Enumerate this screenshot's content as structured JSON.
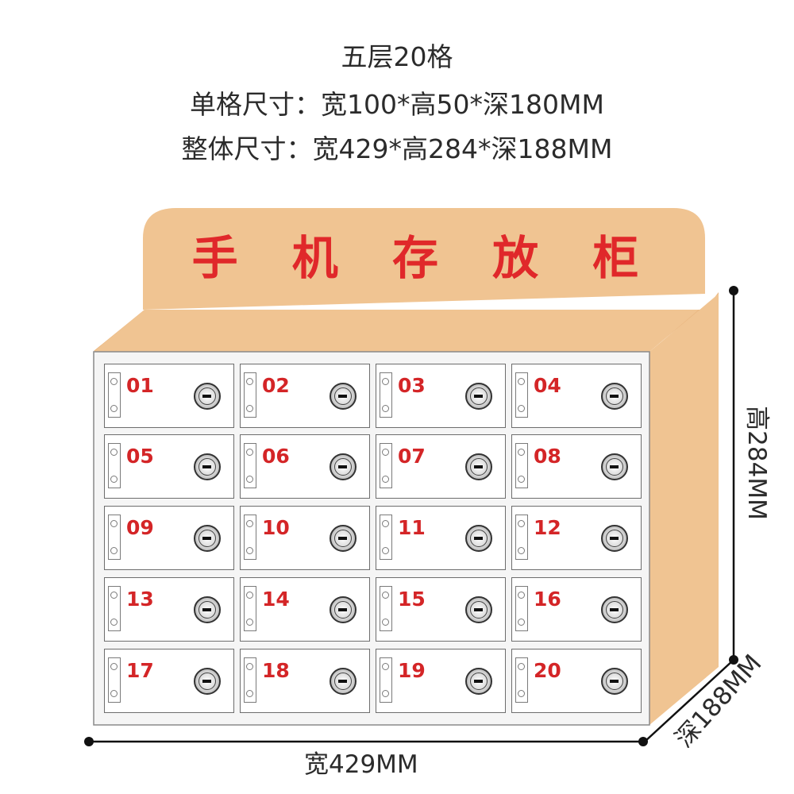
{
  "specs": {
    "line1": "五层20格",
    "line2": "单格尺寸：宽100*高50*深180MM",
    "line3": "整体尺寸：宽429*高284*深188MM"
  },
  "cabinet": {
    "header_title": "手 机 存 放 柜",
    "compartments": [
      "01",
      "02",
      "03",
      "04",
      "05",
      "06",
      "07",
      "08",
      "09",
      "10",
      "11",
      "12",
      "13",
      "14",
      "15",
      "16",
      "17",
      "18",
      "19",
      "20"
    ]
  },
  "dimensions": {
    "width": "宽429MM",
    "height": "高284MM",
    "depth": "深188MM"
  },
  "colors": {
    "cabinet_body": "#f0c492",
    "cabinet_shadow": "#e6b27c",
    "front_panel": "#f5f5f5",
    "label_red": "#d42527"
  },
  "icons": {
    "lock": "keyhole-lock-icon",
    "hinge": "hinge-icon"
  }
}
